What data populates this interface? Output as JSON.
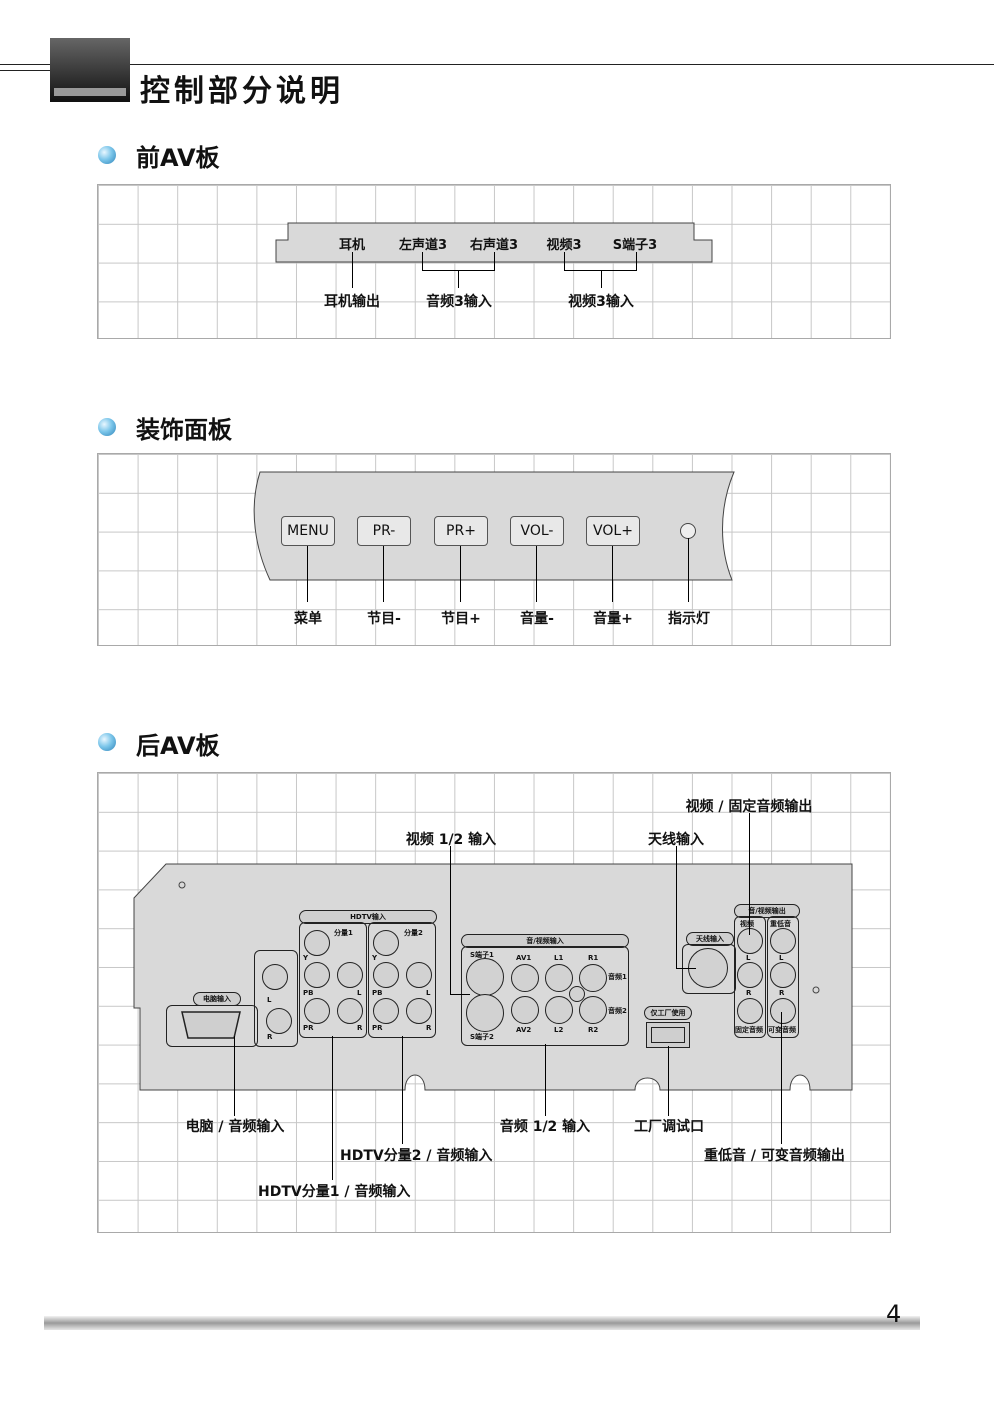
{
  "header": {
    "title": "控制部分说明"
  },
  "sections": {
    "front_av": {
      "title": "前AV板"
    },
    "deco": {
      "title": "装饰面板"
    },
    "rear_av": {
      "title": "后AV板"
    }
  },
  "front_panel": {
    "jacks": [
      "耳机",
      "左声道3",
      "右声道3",
      "视频3",
      "S端子3"
    ],
    "callouts": [
      "耳机输出",
      "音频3输入",
      "视频3输入"
    ]
  },
  "deco_panel": {
    "buttons": [
      "MENU",
      "PR-",
      "PR+",
      "VOL-",
      "VOL+"
    ],
    "callouts": [
      "菜单",
      "节目-",
      "节目+",
      "音量-",
      "音量+",
      "指示灯"
    ]
  },
  "rear_panel": {
    "labels": {
      "pc_in": "电脑输入",
      "hdtv_in": "HDTV输入",
      "comp1": "分量1",
      "comp2": "分量2",
      "av_in": "音/视频输入",
      "s1": "S端子1",
      "s2": "S端子2",
      "av1": "AV1",
      "av2": "AV2",
      "l1": "L1",
      "l2": "L2",
      "r1": "R1",
      "r2": "R2",
      "comp1b": "音频1",
      "comp2b": "音频2",
      "antenna": "天线输入",
      "factory": "仅工厂使用",
      "av_out": "音/视频输出",
      "video": "视频",
      "sub": "重低音",
      "fixed": "固定音频",
      "var": "可变音频",
      "y": "Y",
      "pb": "PB",
      "pr": "PR",
      "l": "L",
      "r": "R"
    },
    "callouts": {
      "video_fixed_out": "视频 / 固定音频输出",
      "antenna_in": "天线输入",
      "video12_in": "视频 1/2 输入",
      "pc_audio_in": "电脑 / 音频输入",
      "audio12_in": "音频 1/2 输入",
      "factory_port": "工厂调试口",
      "hdtv2": "HDTV分量2 / 音频输入",
      "sub_var_out": "重低音 / 可变音频输出",
      "hdtv1": "HDTV分量1 / 音频输入"
    }
  },
  "footer": {
    "page_number": "4"
  }
}
